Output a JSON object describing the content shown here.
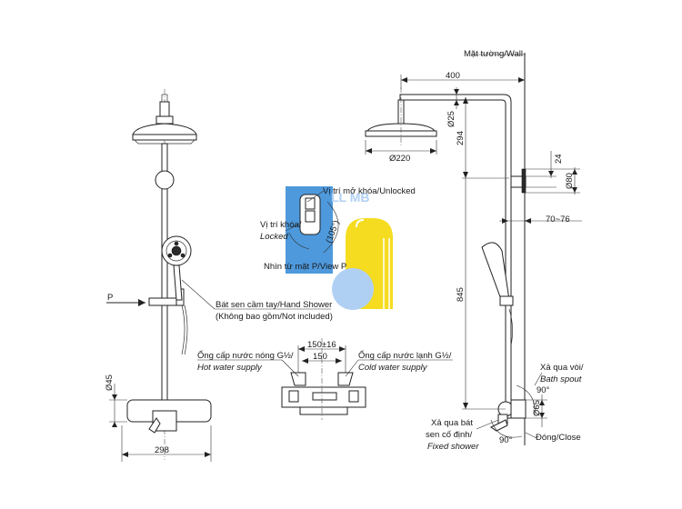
{
  "labels": {
    "wall": "Mặt tường/Wall",
    "dim_400": "400",
    "dim_25": "Ø25",
    "dim_294": "294",
    "dim_220": "Ø220",
    "dim_24": "24",
    "dim_80": "Ø80",
    "dim_70_76": "70~76",
    "dim_845": "845",
    "dim_45": "Ø45",
    "dim_298": "298",
    "dim_150pm16": "150±16",
    "dim_150": "150",
    "dim_65": "Ø65",
    "arrow_p": "P",
    "unlocked": "Vị trí mở khóa/Unlocked",
    "locked_1": "Vị trí khóa/",
    "locked_2": "Locked",
    "angle_105": "(105°)",
    "view_p": "Nhìn từ mặt P/View P",
    "hand_shower_1": "Bát sen cầm tay/Hand Shower",
    "hand_shower_2": "(Không bao gồm/Not included)",
    "hot_1": "Ống cấp nước nóng G½/",
    "hot_2": "Hot water supply",
    "cold_1": "Ống cấp nước lạnh G½/",
    "cold_2": "Cold water supply",
    "spout_1": "Xả qua vòi/",
    "spout_2": "Bath spout",
    "angle_90a": "90°",
    "angle_90b": "90°",
    "fixed_1": "Xả qua bát",
    "fixed_2": "sen cố định/",
    "fixed_3": "Fixed shower",
    "close": "Đóng/Close"
  },
  "colors": {
    "line": "#222222",
    "watermark_blue": "#3b8fd9",
    "watermark_yellow": "#f5d90a",
    "watermark_light_blue": "#a8ccf2"
  },
  "icons": {
    "watermark": "brand-logo-watermark"
  }
}
